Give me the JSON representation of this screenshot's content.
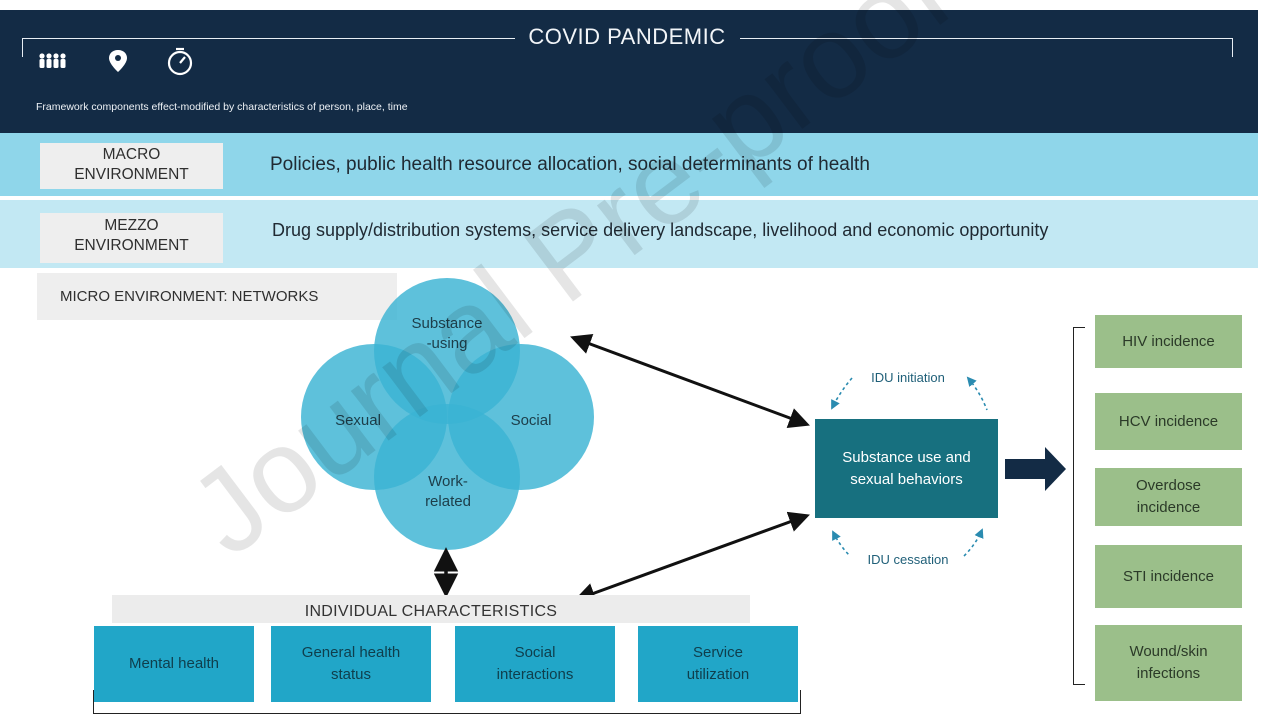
{
  "banner": {
    "title": "COVID PANDEMIC",
    "caption": "Framework components effect-modified by characteristics of person, place, time",
    "icons": [
      "people-icon",
      "location-pin-icon",
      "stopwatch-icon"
    ]
  },
  "macro": {
    "label": "MACRO\nENVIRONMENT",
    "description": "Policies, public health resource allocation, social determinants of health"
  },
  "mezzo": {
    "label": "MEZZO\nENVIRONMENT",
    "description": "Drug supply/distribution systems, service delivery landscape, livelihood and economic opportunity"
  },
  "micro": {
    "label": "MICRO ENVIRONMENT: NETWORKS",
    "networks": [
      "Substance\n-using",
      "Sexual",
      "Social",
      "Work-\nrelated"
    ]
  },
  "behaviors": {
    "label": "Substance use and\nsexual behaviors",
    "initiation": "IDU initiation",
    "cessation": "IDU cessation"
  },
  "outcomes": [
    "HIV incidence",
    "HCV incidence",
    "Overdose\nincidence",
    "STI incidence",
    "Wound/skin\ninfections"
  ],
  "individual": {
    "label": "INDIVIDUAL CHARACTERISTICS",
    "items": [
      "Mental health",
      "General health\nstatus",
      "Social\ninteractions",
      "Service\nutilization"
    ]
  },
  "watermark": "Journal Pre-proof",
  "colors": {
    "banner": "#132b45",
    "macro": "#8fd6ea",
    "mezzo": "#c2e8f3",
    "network_circle": "#3bb3d3",
    "behaviors_box": "#17707f",
    "outcome": "#9bbf8a",
    "individual_box": "#21a6c8"
  }
}
